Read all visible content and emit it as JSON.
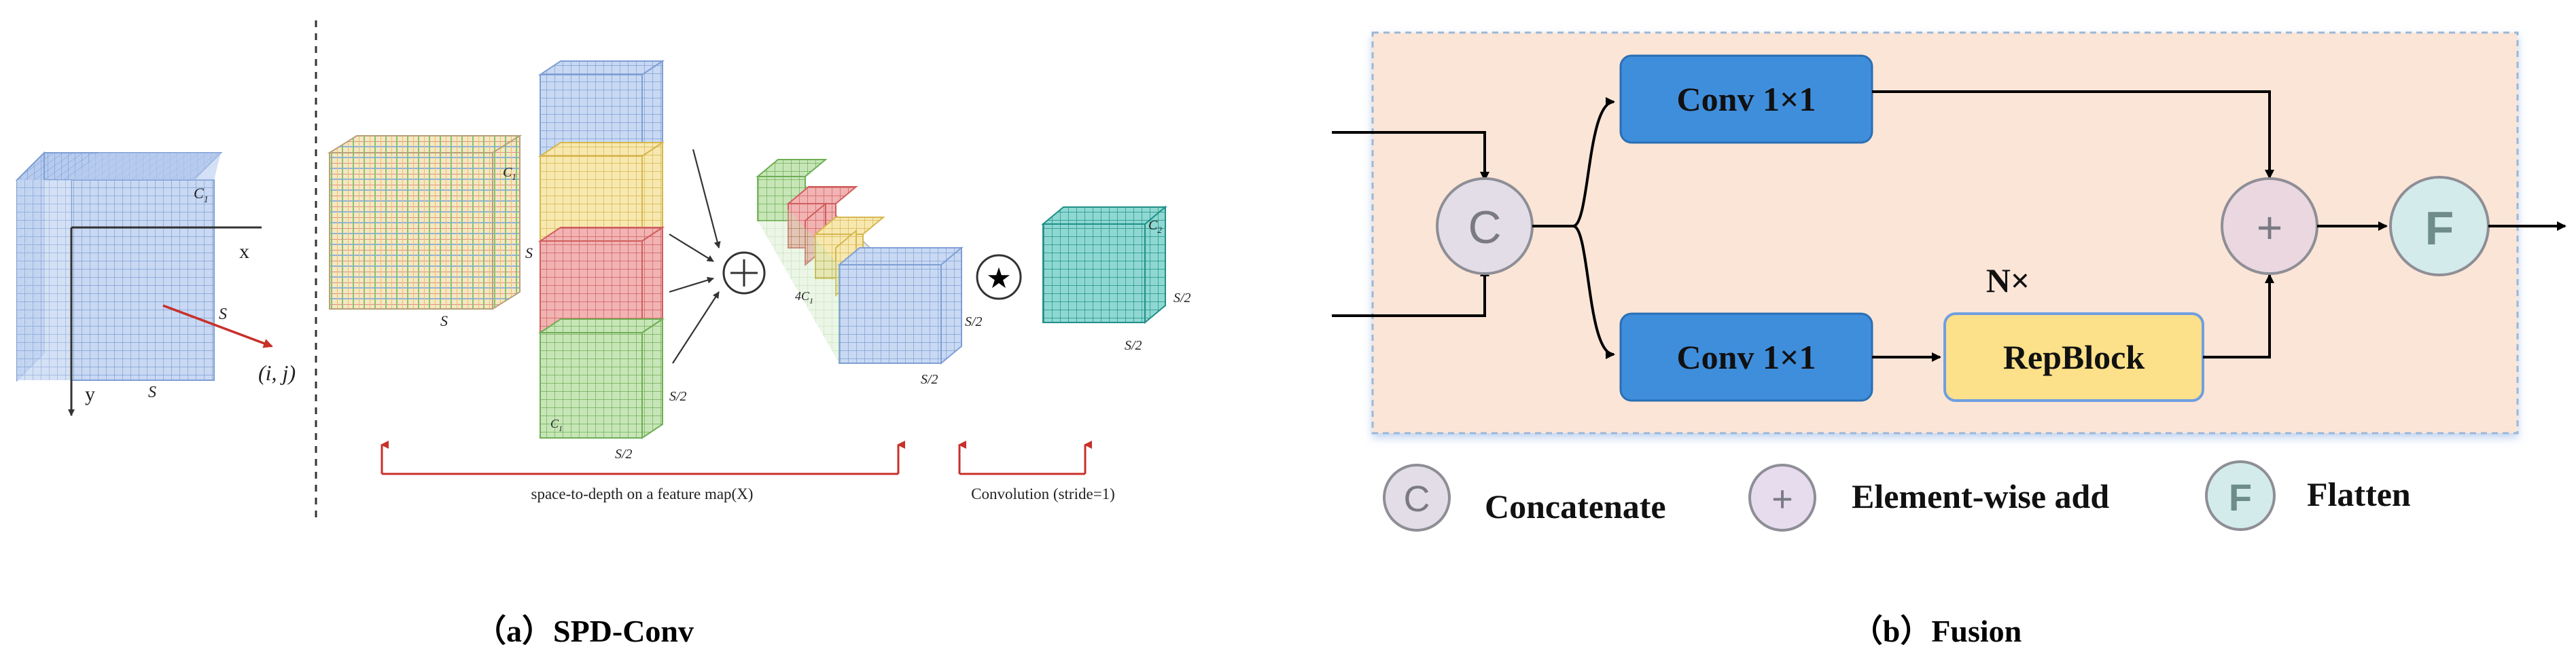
{
  "panel_a": {
    "caption": "（a）SPD-Conv",
    "cube_labels": {
      "c1": "C",
      "c1_sub": "1",
      "x_axis": "x",
      "y_axis": "y",
      "s_right": "S",
      "s_bottom": "S",
      "coord": "(i, j)"
    },
    "mid_labels": {
      "c1": "C",
      "c1_sub": "1",
      "s_side": "S",
      "s_bottom": "S",
      "s2_a": "S/2",
      "s2_b": "S/2",
      "c1_green": "C",
      "c1_green_sub": "1",
      "four_c1": "4C",
      "four_c1_sub": "1",
      "s2_c": "S/2",
      "s2_d": "S/2",
      "out_c1": "C",
      "out_c1_sub": "2",
      "s2_e": "S/2",
      "s2_f": "S/2"
    },
    "concat_symbol": "+",
    "conv_symbol": "★",
    "bracket_space_to_depth": "space-to-depth on a feature map(X)",
    "bracket_convolution": "Convolution (stride=1)",
    "colors": {
      "blue": "#9bb8e6",
      "yellow": "#f2dc8c",
      "red": "#e88b8b",
      "green": "#9ccf86",
      "teal": "#3fb7ae",
      "bracket": "#c8302a"
    }
  },
  "panel_b": {
    "caption": "（b）Fusion",
    "conv_top": "Conv 1×1",
    "conv_bottom": "Conv 1×1",
    "repblock": "RepBlock",
    "repeat_label": "N×",
    "concat_node": "C",
    "add_node": "+",
    "flatten_node": "F",
    "legend": [
      {
        "symbol": "C",
        "label": "Concatenate"
      },
      {
        "symbol": "+",
        "label": "Element-wise add"
      },
      {
        "symbol": "F",
        "label": "Flatten"
      }
    ],
    "colors": {
      "panel_bg": "#fbe5d6",
      "conv_fill": "#3f8edc",
      "rep_fill": "#fce08a",
      "concat_fill": "#e3dde7",
      "add_fill": "#ead7e0",
      "flatten_fill": "#d3ebea"
    }
  }
}
